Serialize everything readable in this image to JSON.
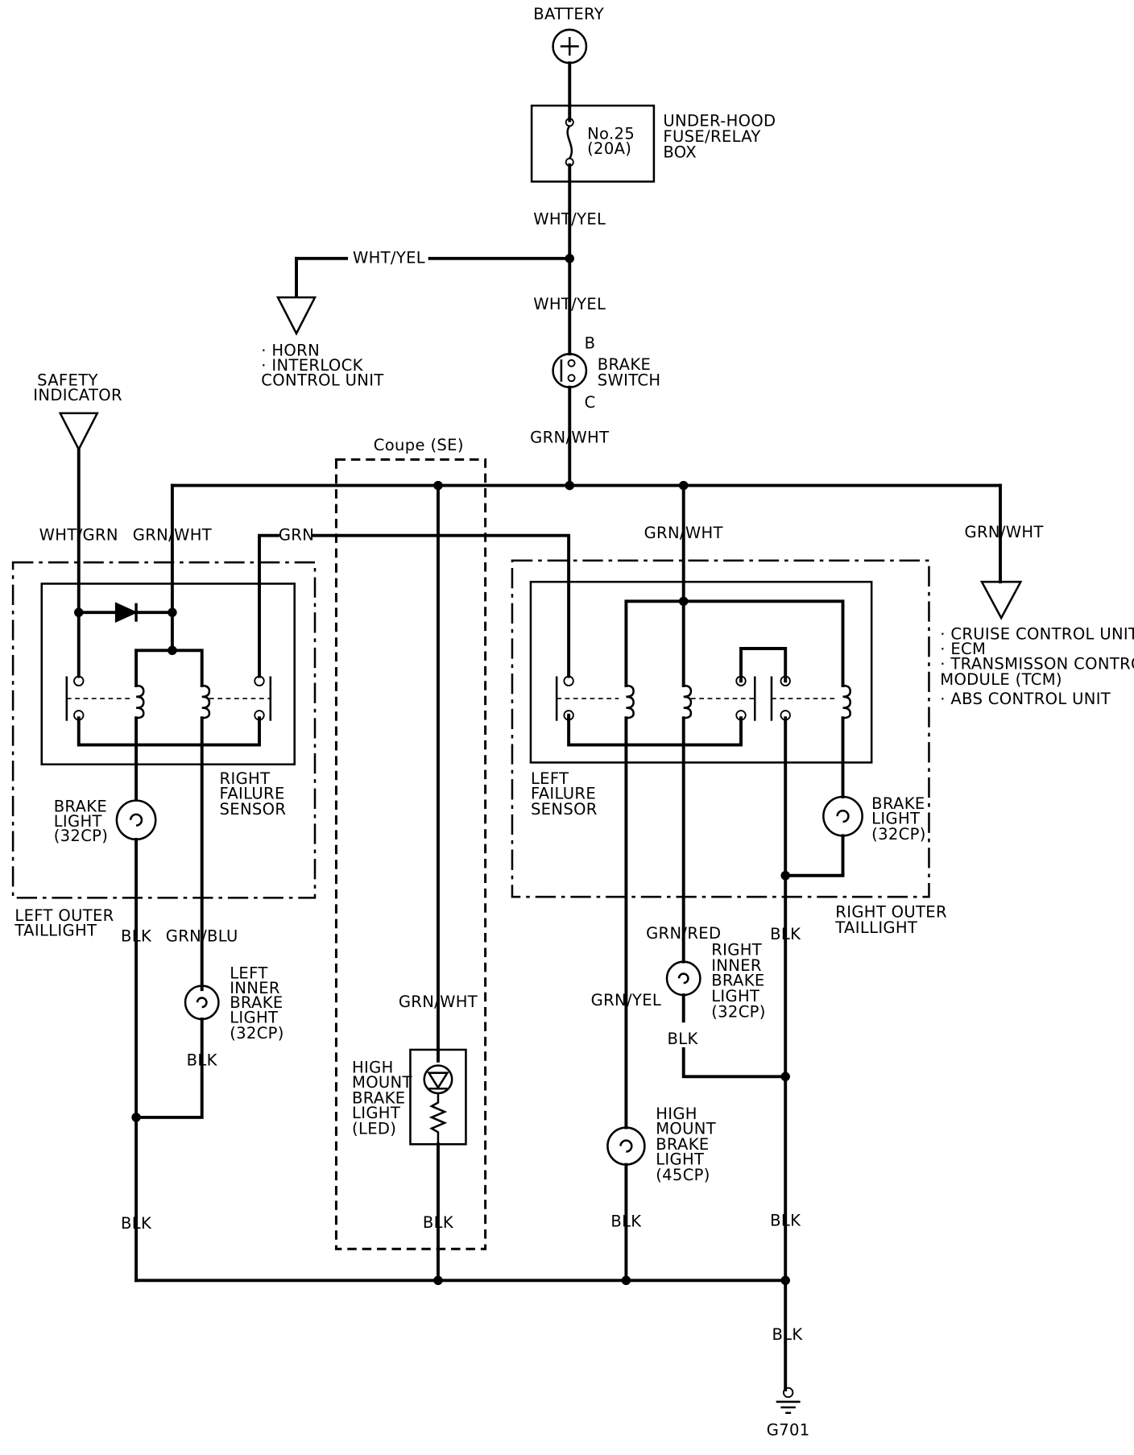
{
  "battery": {
    "label": "BATTERY"
  },
  "fuse_box": {
    "label_lines": [
      "UNDER-HOOD",
      "FUSE/RELAY",
      "BOX"
    ],
    "fuse_lines": [
      "No.25",
      "(20A)"
    ]
  },
  "wires": {
    "wht_yel_1": "WHT/YEL",
    "wht_yel_2": "WHT/YEL",
    "wht_yel_left": "WHT/YEL",
    "grn_wht_main": "GRN/WHT",
    "wht_grn": "WHT/GRN",
    "grn_wht_left": "GRN/WHT",
    "grn": "GRN",
    "grn_wht_right": "GRN/WHT",
    "grn_wht_far": "GRN/WHT",
    "blk_left_1": "BLK",
    "grn_blu": "GRN/BLU",
    "blk_left_inner": "BLK",
    "blk_left_2": "BLK",
    "grn_wht_coupe": "GRN/WHT",
    "blk_coupe": "BLK",
    "grn_red": "GRN/RED",
    "grn_yel": "GRN/YEL",
    "blk_right_inner": "BLK",
    "blk_high_mount": "BLK",
    "blk_right_1": "BLK",
    "blk_right_2": "BLK",
    "blk_ground": "BLK"
  },
  "horn": {
    "lines": [
      "· HORN",
      "· INTERLOCK",
      "  CONTROL UNIT"
    ]
  },
  "brake_switch": {
    "label_lines": [
      "BRAKE",
      "SWITCH"
    ],
    "terminal_b": "B",
    "terminal_c": "C"
  },
  "safety_indicator": {
    "label_lines": [
      "SAFETY",
      "INDICATOR"
    ]
  },
  "coupe": {
    "label": "Coupe (SE)"
  },
  "left_taillight": {
    "label_lines": [
      "LEFT OUTER",
      "TAILLIGHT"
    ],
    "sensor_lines": [
      "RIGHT",
      "FAILURE",
      "SENSOR"
    ],
    "bulb_lines": [
      "BRAKE",
      "LIGHT",
      "(32CP)"
    ]
  },
  "right_taillight": {
    "label_lines": [
      "RIGHT OUTER",
      "TAILLIGHT"
    ],
    "sensor_lines": [
      "LEFT",
      "FAILURE",
      "SENSOR"
    ],
    "bulb_lines": [
      "BRAKE",
      "LIGHT",
      "(32CP)"
    ]
  },
  "cruise": {
    "lines": [
      "· CRUISE CONTROL UNIT",
      "· ECM",
      "· TRANSMISSON CONTROL",
      "  MODULE (TCM)",
      "· ABS CONTROL UNIT"
    ]
  },
  "left_inner": {
    "lines": [
      "LEFT",
      "INNER",
      "BRAKE",
      "LIGHT",
      "(32CP)"
    ]
  },
  "right_inner": {
    "lines": [
      "RIGHT",
      "INNER",
      "BRAKE",
      "LIGHT",
      "(32CP)"
    ]
  },
  "high_mount_led": {
    "lines": [
      "HIGH",
      "MOUNT",
      "BRAKE",
      "LIGHT",
      "(LED)"
    ]
  },
  "high_mount_bulb": {
    "lines": [
      "HIGH",
      "MOUNT",
      "BRAKE",
      "LIGHT",
      "(45CP)"
    ]
  },
  "ground": {
    "label": "G701"
  }
}
